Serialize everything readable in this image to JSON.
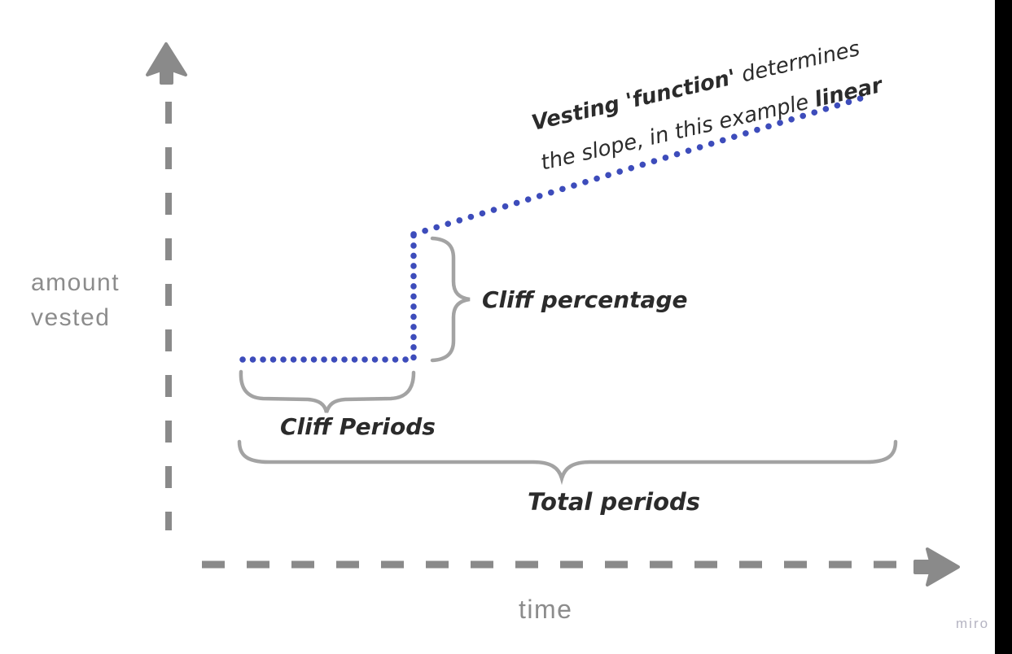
{
  "page": {
    "background": "#ffffff",
    "right_edge_bar_color": "#000000"
  },
  "colors": {
    "vesting_line": "#3d4cbb",
    "axis": "#8a8a8a",
    "brace": "#a3a3a3",
    "handwriting": "#2b2b2b",
    "axis_label": "#8c8c8c",
    "watermark": "#b5b4c2"
  },
  "axes": {
    "y_label": "amount\nvested",
    "x_label": "time"
  },
  "labels": {
    "cliff_periods": "Cliff Periods",
    "cliff_percentage": "Cliff percentage",
    "total_periods": "Total periods"
  },
  "annotation": {
    "line1_bold": "Vesting 'function'",
    "line1_rest": " determines",
    "line2_rest": "the slope, in this example ",
    "line2_bold": "linear"
  },
  "watermark": {
    "text": "miro"
  },
  "figure": {
    "type": "line-sketch",
    "description": "Dotted indigo step line: flat during cliff periods, vertical jump equal to cliff percentage at end of cliff, then linear increase across remaining total periods."
  }
}
